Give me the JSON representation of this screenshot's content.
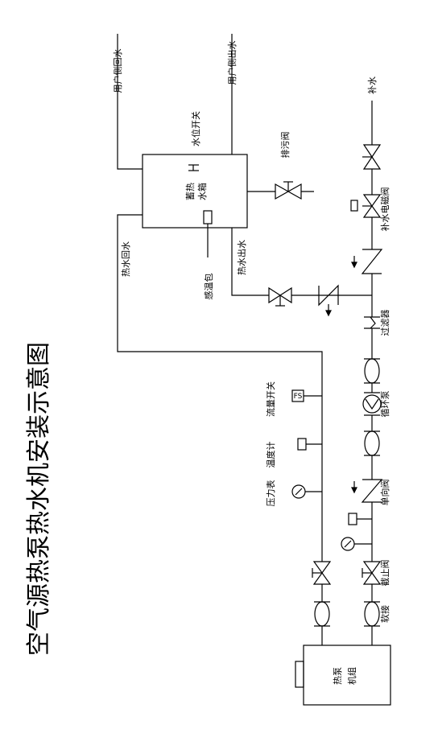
{
  "title": "空气源热泵热水机安装示意图",
  "labels": {
    "user_return": "用户侧回水",
    "user_outlet": "用户侧出水",
    "makeup_water": "补水",
    "level_switch": "水位开关",
    "drain_valve": "排污阀",
    "tank": "蓄热水箱",
    "tank_line1": "蓄热",
    "tank_line2": "水箱",
    "makeup_solenoid": "补水电磁阀",
    "sensor_bulb": "感温包",
    "hot_outlet": "热水出水",
    "hot_return": "热水回水",
    "filter": "过滤器",
    "flow_switch": "流量开关",
    "fs": "FS",
    "thermometer": "温度计",
    "pressure_gauge": "压力表",
    "circ_pump": "循环泵",
    "check_valve": "单向阀",
    "stop_valve": "截止阀",
    "flex_joint": "软接",
    "unit_line1": "热泵",
    "unit_line2": "机组"
  }
}
